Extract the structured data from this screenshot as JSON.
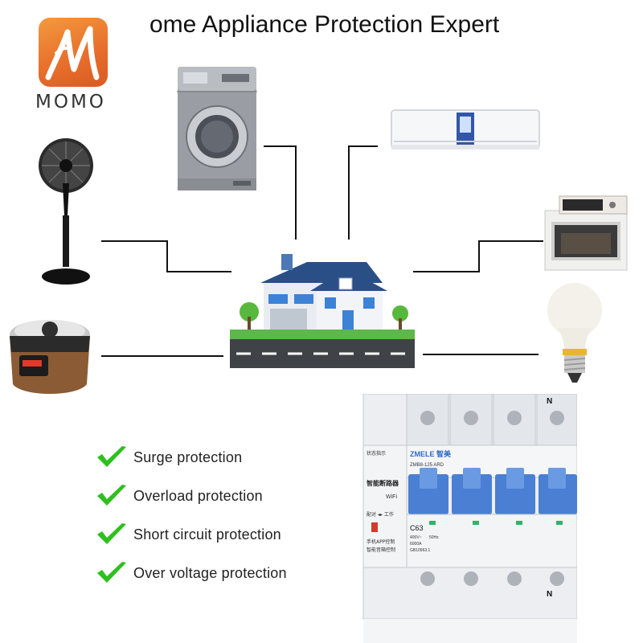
{
  "brand": {
    "logo_text": "MOMO",
    "accent_color": "#e8702c"
  },
  "header": {
    "title": "ome Appliance Protection Expert"
  },
  "appliances": [
    {
      "name": "washing-machine-icon"
    },
    {
      "name": "air-conditioner-icon"
    },
    {
      "name": "stand-fan-icon"
    },
    {
      "name": "oven-icon"
    },
    {
      "name": "rice-cooker-icon"
    },
    {
      "name": "light-bulb-icon"
    },
    {
      "name": "house-icon"
    }
  ],
  "protections": [
    {
      "label": "Surge protection"
    },
    {
      "label": "Overload protection"
    },
    {
      "label": "Short circuit protection"
    },
    {
      "label": "Over voltage protection"
    }
  ],
  "check_color": "#2fbf1f",
  "breaker": {
    "brand_label": "ZMELE 智美",
    "model_label": "ZMB8-125 ARD",
    "status_label": "状态指示",
    "smart_label": "智能断路器",
    "wifi_label": "WiFi",
    "config_label": "配对 ◂▸ 工作",
    "rating": "C63",
    "spec_voltage": "400V~",
    "spec_freq": "50Hz",
    "spec_current": "6000A",
    "standard": "GB10963.1",
    "app_control": "手机APP控制",
    "voice_control": "智能音箱控制",
    "neutral_top": "N",
    "neutral_bottom": "N",
    "handle_color": "#4a7fd3"
  }
}
